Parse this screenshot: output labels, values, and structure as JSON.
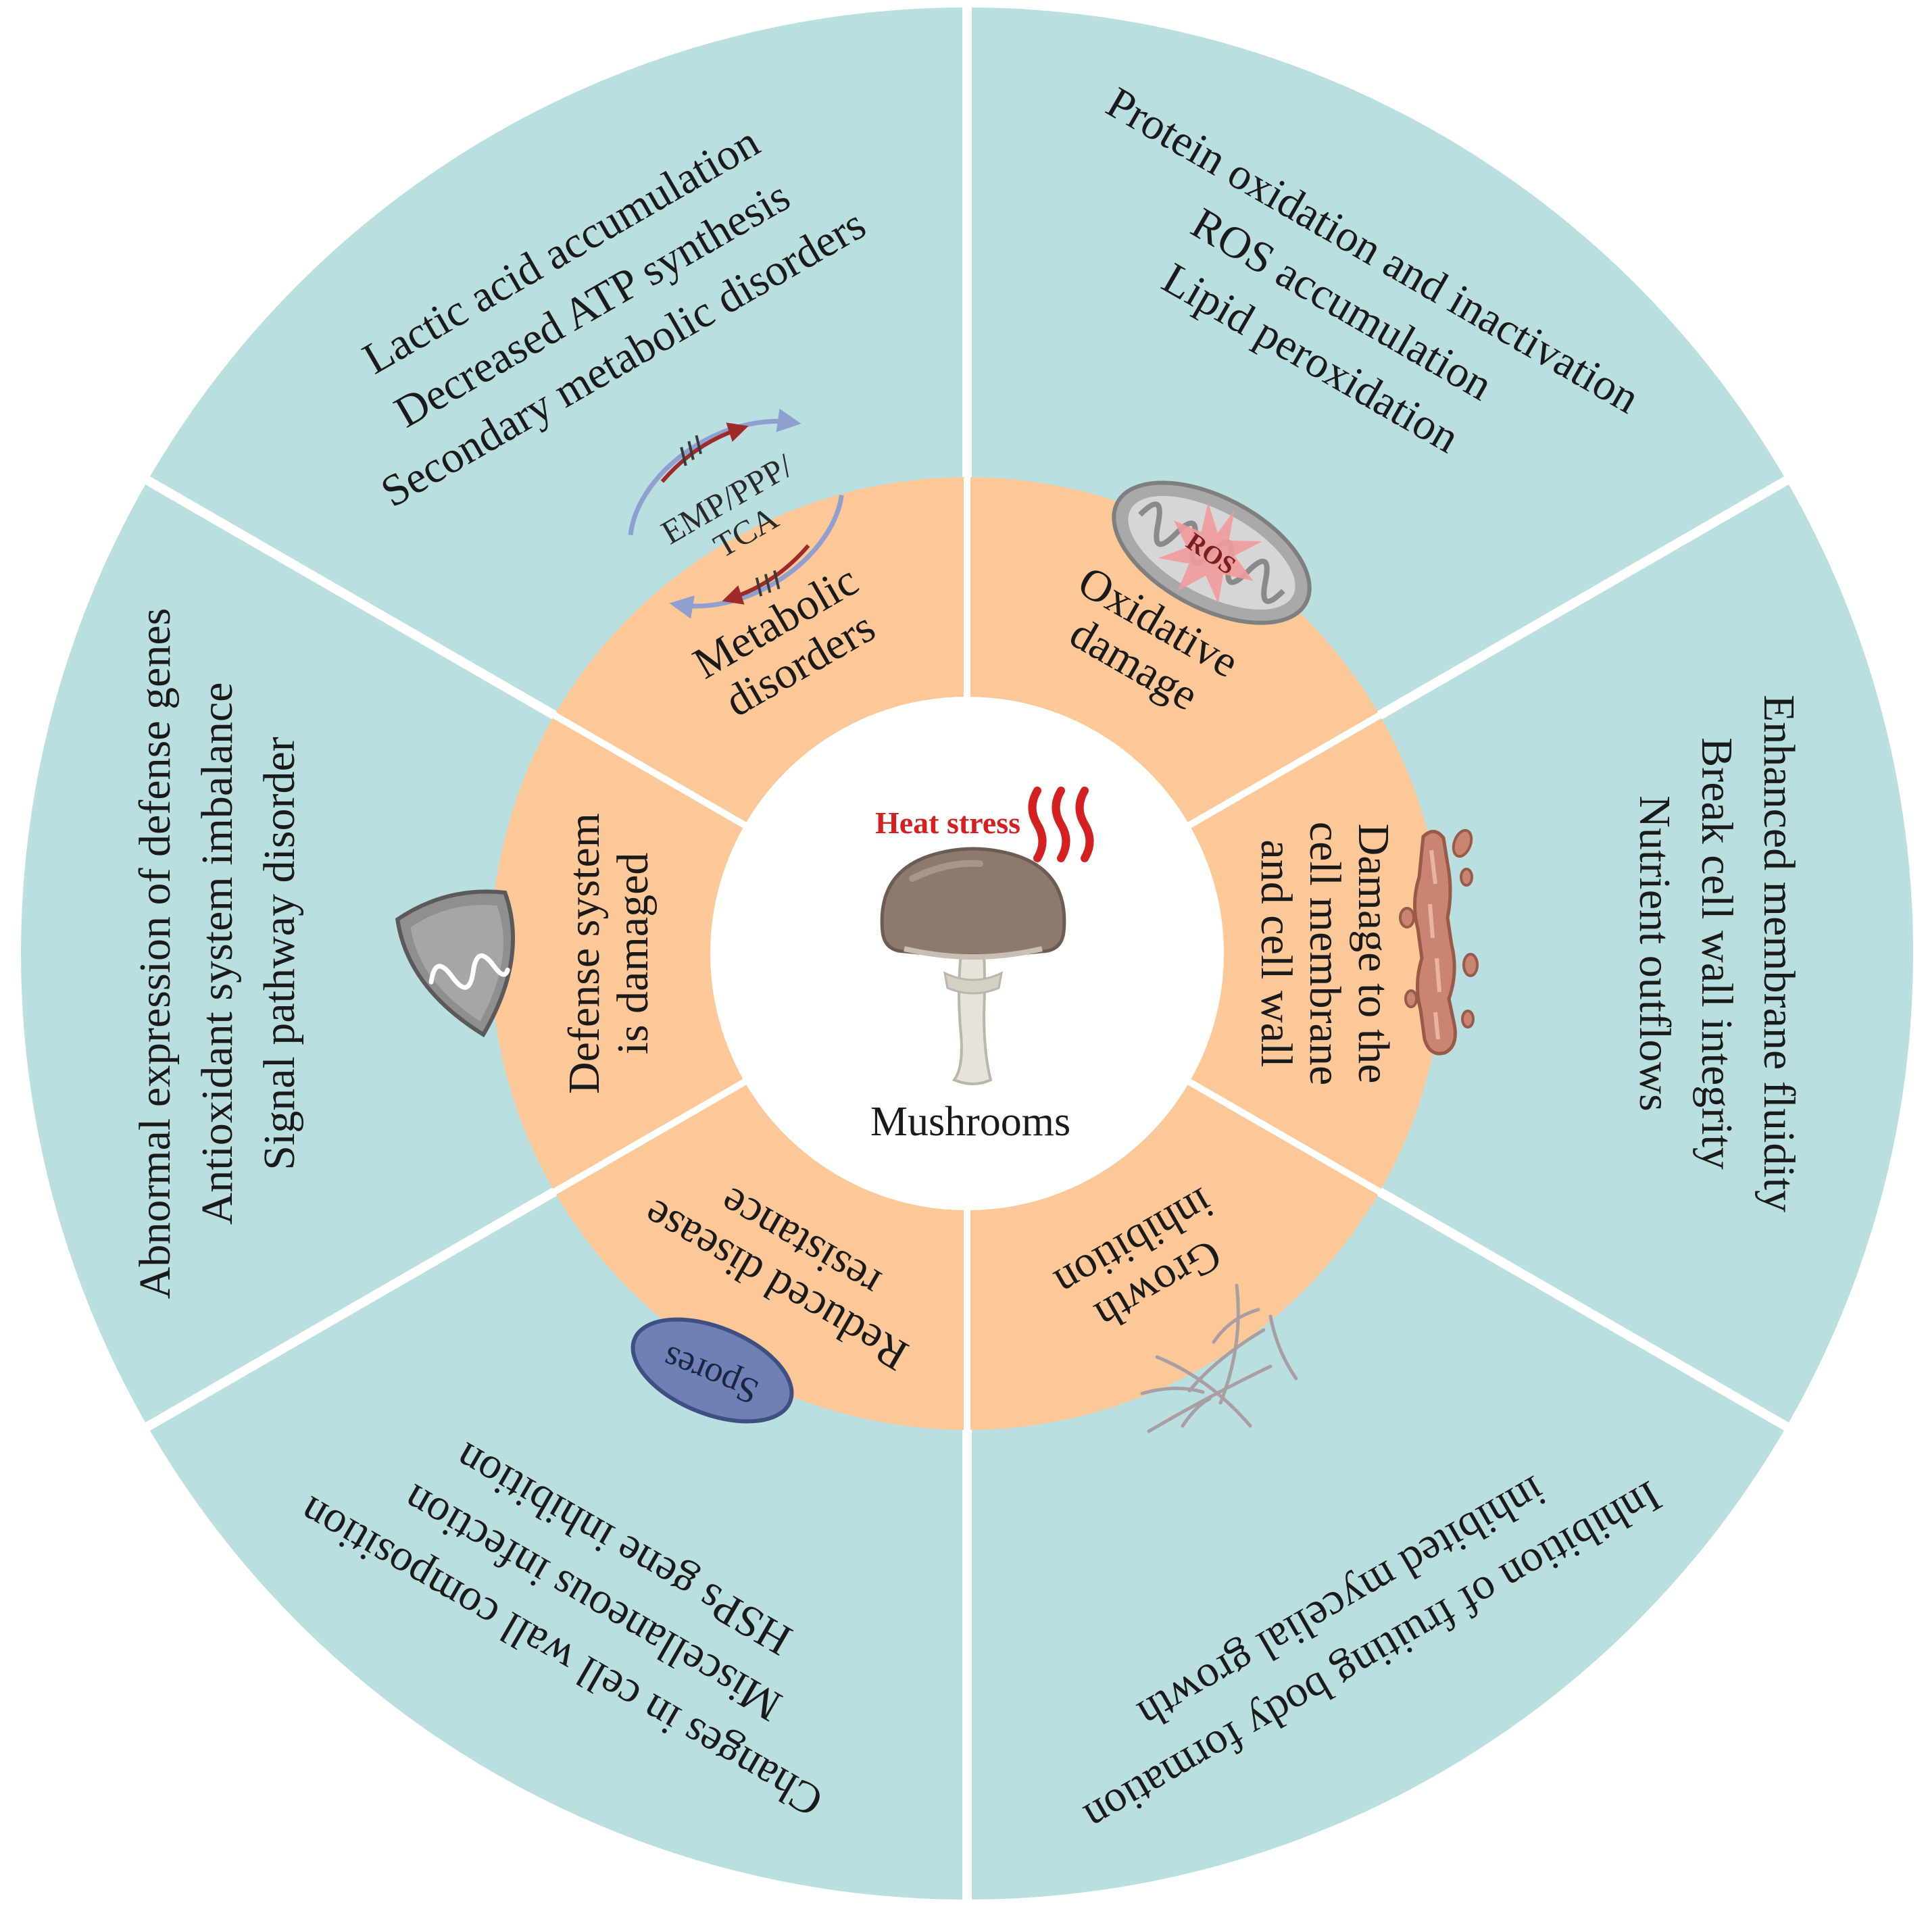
{
  "colors": {
    "outer_ring": "#b9dfe0",
    "inner_ring": "#fcc898",
    "center": "#ffffff",
    "divider": "#ffffff",
    "heat": "#d42020",
    "spores_fill": "#6e80b4",
    "mito_fill": "#a9a9a9",
    "ros_burst": "#f29b9b",
    "membrane": "#c98572"
  },
  "center": {
    "heat_label": "Heat stress",
    "label": "Mushrooms"
  },
  "inner_sectors": [
    {
      "id": "metabolic",
      "lines": [
        "Metabolic",
        "disorders"
      ]
    },
    {
      "id": "oxidative",
      "lines": [
        "Oxidative",
        "damage"
      ]
    },
    {
      "id": "membrane",
      "lines": [
        "Damage to the",
        "cell membrane",
        "and cell wall"
      ]
    },
    {
      "id": "growth",
      "lines": [
        "Growth",
        "inhibition"
      ]
    },
    {
      "id": "disease",
      "lines": [
        "Reduced disease",
        "resistance"
      ]
    },
    {
      "id": "defense",
      "lines": [
        "Defense system",
        "is damaged"
      ]
    }
  ],
  "outer_sectors": [
    {
      "id": "metabolic",
      "lines": [
        "Lactic acid accumulation",
        "Decreased ATP synthesis",
        "Secondary metabolic disorders"
      ]
    },
    {
      "id": "oxidative",
      "lines": [
        "Protein oxidation and inactivation",
        "ROS accumulation",
        "Lipid peroxidation"
      ]
    },
    {
      "id": "membrane",
      "lines": [
        "Enhanced membrane fluidity",
        "Break cell wall integrity",
        "Nutrient outflows"
      ]
    },
    {
      "id": "growth",
      "lines": [
        "Inhibition of fruiting body formation",
        "inhibited mycelial growth"
      ]
    },
    {
      "id": "disease",
      "lines": [
        "Changes in cell wall composition",
        "Miscellaneous infection",
        "HSPs gene inhibition"
      ]
    },
    {
      "id": "defense",
      "lines": [
        "Abnormal expression of defense genes",
        "Antioxidant system imbalance",
        "Signal pathway disorder"
      ]
    }
  ],
  "icons": {
    "pathway_lines": [
      "EMP/PPP/",
      "TCA"
    ],
    "ros_label": "ROS",
    "spores_label": "Spores",
    "names": [
      "pathway-cycle-icon",
      "mitochondrion-icon",
      "cell-membrane-icon",
      "mycelium-icon",
      "spores-icon",
      "shield-icon",
      "heat-waves-icon",
      "mushroom-icon"
    ]
  }
}
